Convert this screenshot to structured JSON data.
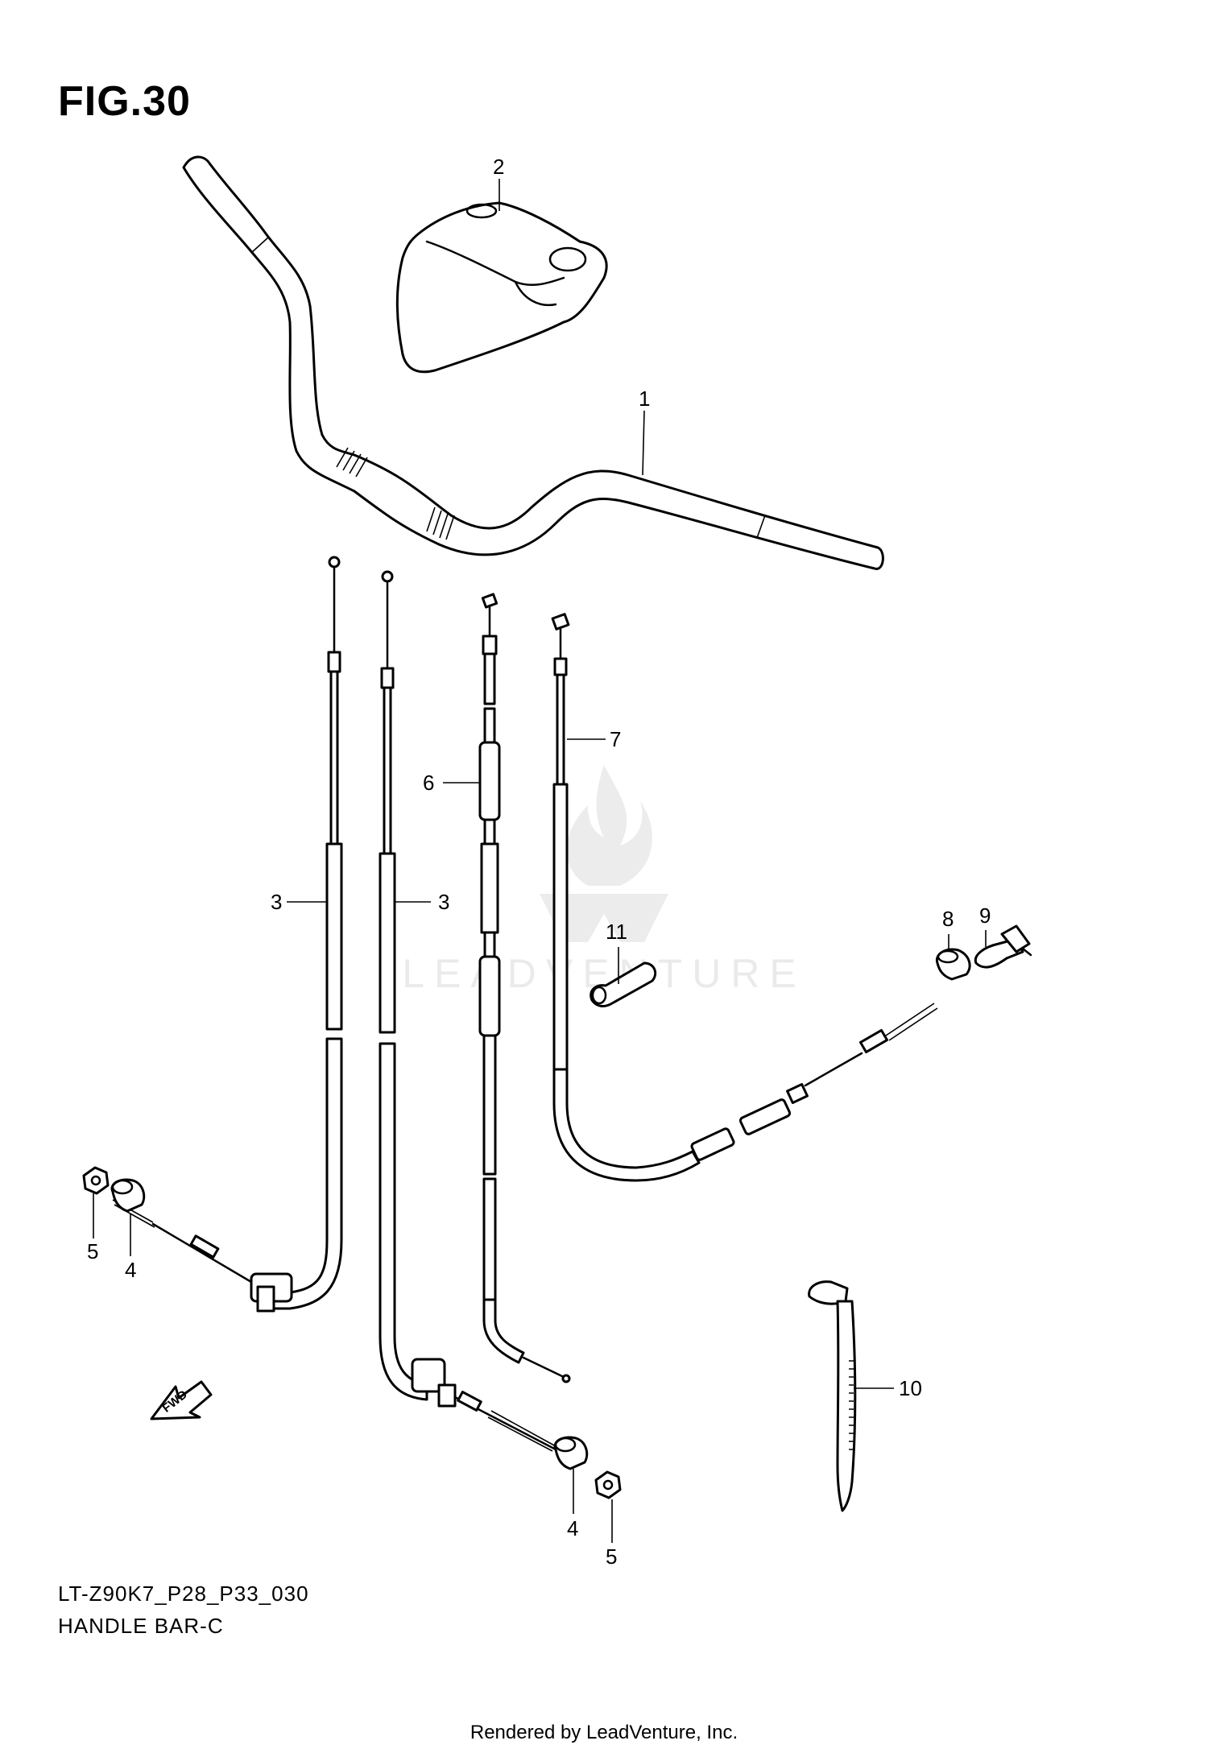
{
  "figure": {
    "title": "FIG.30",
    "model_code": "LT-Z90K7_P28_P33_030",
    "section_name": "HANDLE BAR-C"
  },
  "callouts": [
    {
      "id": "callout-1",
      "label": "1"
    },
    {
      "id": "callout-2",
      "label": "2"
    },
    {
      "id": "callout-3-left",
      "label": "3"
    },
    {
      "id": "callout-3-right",
      "label": "3"
    },
    {
      "id": "callout-4-left",
      "label": "4"
    },
    {
      "id": "callout-4-right",
      "label": "4"
    },
    {
      "id": "callout-5-left",
      "label": "5"
    },
    {
      "id": "callout-5-right",
      "label": "5"
    },
    {
      "id": "callout-6",
      "label": "6"
    },
    {
      "id": "callout-7",
      "label": "7"
    },
    {
      "id": "callout-8",
      "label": "8"
    },
    {
      "id": "callout-9",
      "label": "9"
    },
    {
      "id": "callout-10",
      "label": "10"
    },
    {
      "id": "callout-11",
      "label": "11"
    }
  ],
  "fwd_arrow_label": "FWD",
  "watermark": {
    "text": "LEADVENTURE"
  },
  "credit": "Rendered by LeadVenture, Inc."
}
